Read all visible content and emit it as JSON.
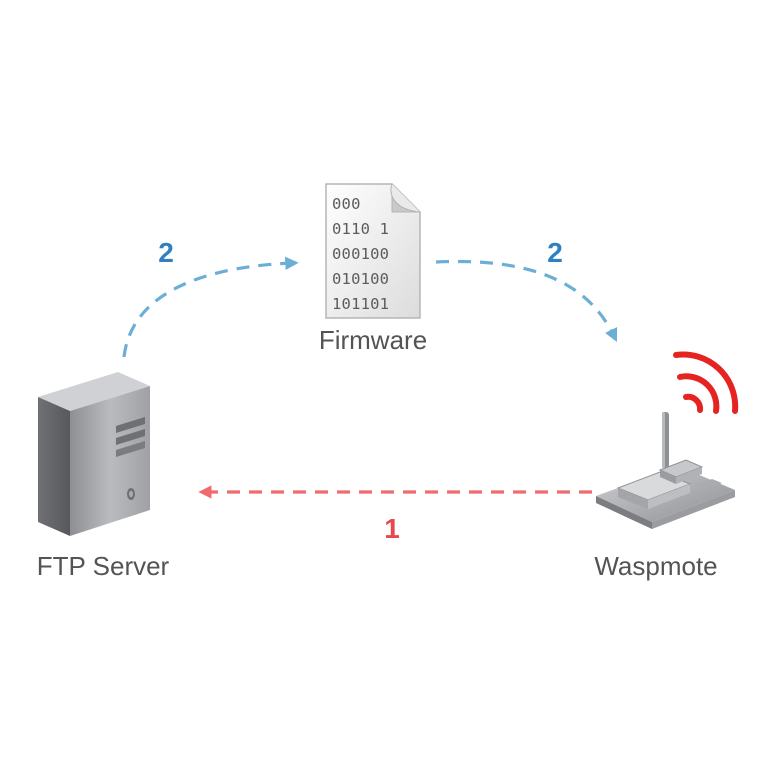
{
  "nodes": {
    "ftp_server": {
      "label": "FTP Server"
    },
    "firmware": {
      "label": "Firmware",
      "file_lines": [
        "000",
        "0110 1",
        "000100",
        "010100",
        "101101"
      ]
    },
    "waspmote": {
      "label": "Waspmote"
    }
  },
  "flows": {
    "request": {
      "step": "1",
      "from": "Waspmote",
      "to": "FTP Server",
      "color": "#ef5a5f"
    },
    "download_to_firmware": {
      "step": "2",
      "from": "FTP Server",
      "to": "Firmware",
      "color": "#6baed6"
    },
    "firmware_to_device": {
      "step": "2",
      "from": "Firmware",
      "to": "Waspmote",
      "color": "#6baed6"
    }
  },
  "colors": {
    "step_1_label": "#e8474e",
    "step_2_label": "#2f7fc1",
    "wireless_signal": "#e52421",
    "label_text": "#545454"
  },
  "icons": {
    "server": "server-tower-icon",
    "file": "binary-file-icon",
    "device": "waspmote-board-icon",
    "signal": "wireless-signal-icon"
  }
}
